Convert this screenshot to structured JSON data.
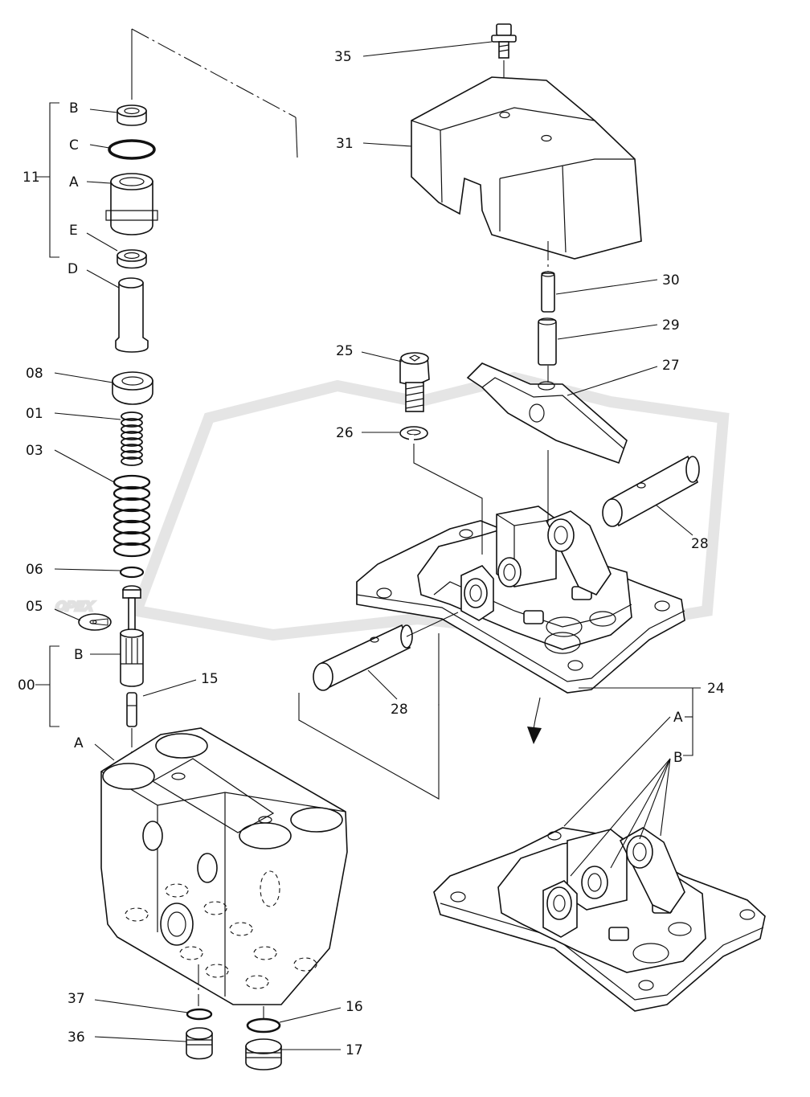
{
  "watermark": {
    "text": "OPEX",
    "color": "#d8d8d8"
  },
  "callouts": {
    "c35": "35",
    "c31": "31",
    "c30": "30",
    "c29": "29",
    "c27": "27",
    "c25": "25",
    "c26": "26",
    "c28a": "28",
    "c28b": "28",
    "c24": "24",
    "c24a": "A",
    "c24b": "B",
    "c11": "11",
    "c11b": "B",
    "c11c": "C",
    "c11a": "A",
    "c11e": "E",
    "c11d": "D",
    "c08": "08",
    "c01": "01",
    "c03": "03",
    "c06": "06",
    "c05": "05",
    "c00": "00",
    "c00b": "B",
    "c00a": "A",
    "c15": "15",
    "c37": "37",
    "c36": "36",
    "c16": "16",
    "c17": "17"
  }
}
